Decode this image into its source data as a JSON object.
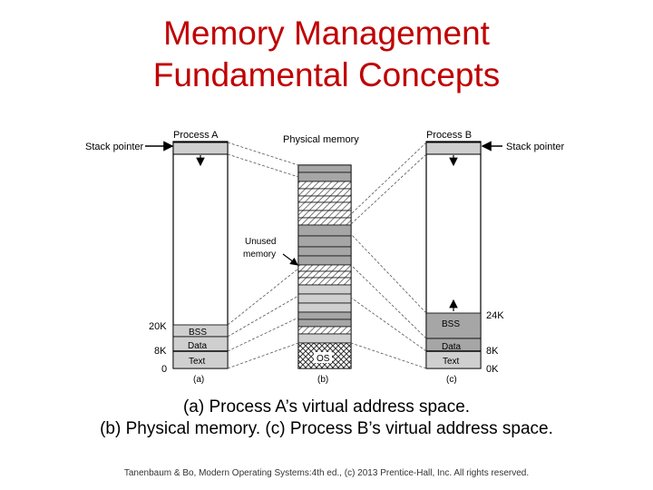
{
  "slide": {
    "title_line1": "Memory Management",
    "title_line2": "Fundamental Concepts",
    "caption_line1": "(a) Process A’s virtual address space.",
    "caption_line2": "(b) Physical memory. (c) Process B’s virtual address space.",
    "footer": "Tanenbaum & Bo, Modern  Operating Systems:4th ed., (c) 2013 Prentice-Hall, Inc. All rights reserved."
  },
  "diagram": {
    "process_a_label": "Process A",
    "process_b_label": "Process B",
    "physical_memory_label": "Physical memory",
    "stack_pointer_left": "Stack pointer",
    "stack_pointer_right": "Stack pointer",
    "unused_memory_line1": "Unused",
    "unused_memory_line2": "memory",
    "a_tick_20k": "20K",
    "a_tick_8k": "8K",
    "a_tick_0": "0",
    "b_tick_24k": "24K",
    "b_tick_8k": "8K",
    "b_tick_0k": "0K",
    "a_bss": "BSS",
    "a_data": "Data",
    "a_text": "Text",
    "b_bss": "BSS",
    "b_data": "Data",
    "b_text": "Text",
    "os_label": "OS",
    "sub_a": "(a)",
    "sub_b": "(b)",
    "sub_c": "(c)",
    "colors": {
      "title": "#c00000",
      "segment_gray": "#a6a6a6",
      "light_gray": "#cfcfcf"
    }
  }
}
